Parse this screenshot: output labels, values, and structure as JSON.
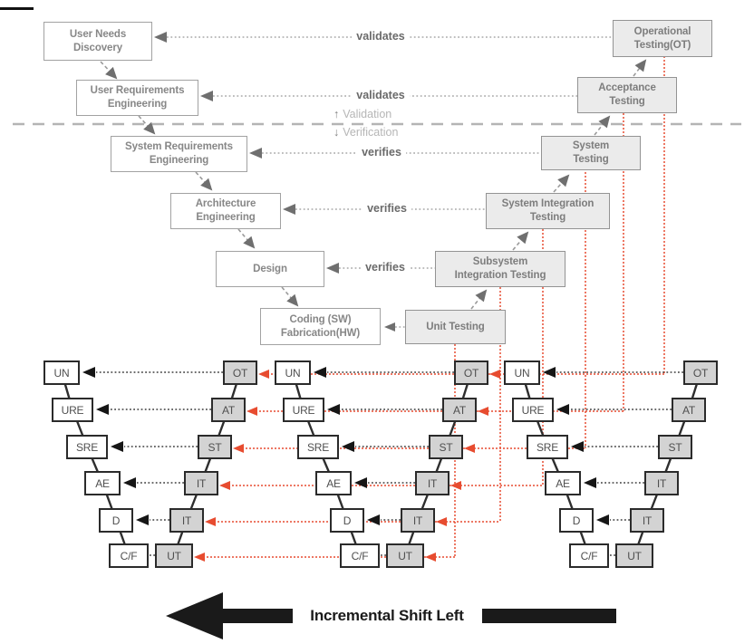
{
  "v_model": {
    "left_chain": [
      "User Needs\nDiscovery",
      "User Requirements\nEngineering",
      "System Requirements\nEngineering",
      "Architecture\nEngineering",
      "Design",
      "Coding (SW)\nFabrication(HW)"
    ],
    "right_chain": [
      "Operational\nTesting(OT)",
      "Acceptance\nTesting",
      "System\nTesting",
      "System Integration\nTesting",
      "Subsystem\nIntegration Testing",
      "Unit Testing"
    ],
    "relations": [
      "validates",
      "validates",
      "verifies",
      "verifies",
      "verifies"
    ],
    "separator": {
      "up_arrow": "↑",
      "validation": "Validation",
      "down_arrow": "↓",
      "verification": "Verification"
    }
  },
  "mini_v": {
    "left": [
      "UN",
      "URE",
      "SRE",
      "AE",
      "D",
      "C/F"
    ],
    "right": [
      "OT",
      "AT",
      "ST",
      "IT",
      "IT",
      "UT"
    ]
  },
  "bottom": {
    "label": "Incremental Shift Left"
  },
  "colors": {
    "accent_red": "#e74c30",
    "big_test_fill": "#ebebeb",
    "mini_test_fill": "#d3d3d3",
    "line_gray": "#9a9a9a",
    "black": "#1a1a1a"
  }
}
